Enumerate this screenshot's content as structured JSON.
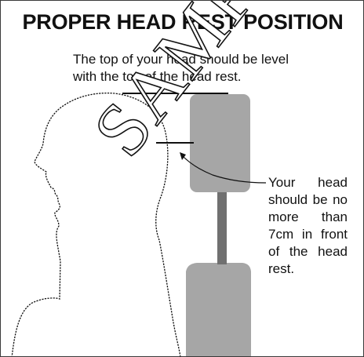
{
  "diagram": {
    "title": "PROPER HEAD REST POSITION",
    "instruction": "The top of your head should be level with the top of the head rest.",
    "callout": "Your head should be no more than 7cm in front of the head rest.",
    "watermark": "SAMPLE"
  },
  "colors": {
    "headrest": "#a6a6a6",
    "post": "#707070",
    "outline": "#111111",
    "background": "#ffffff"
  }
}
